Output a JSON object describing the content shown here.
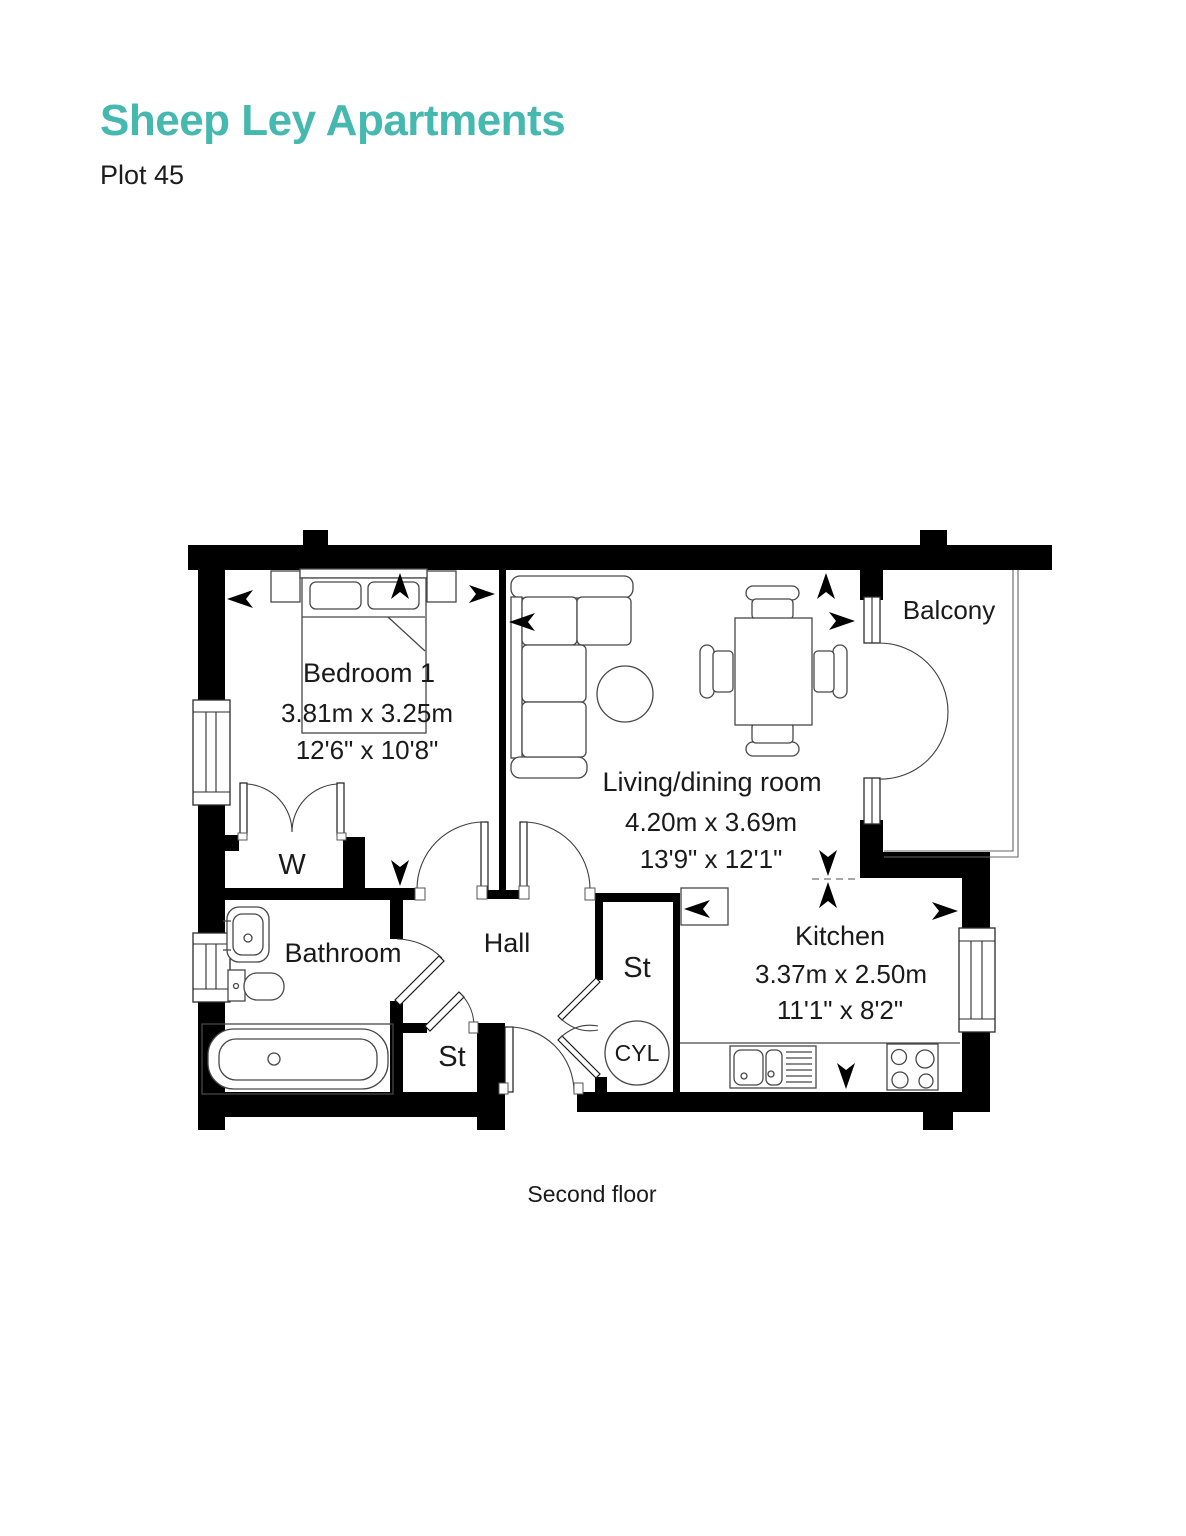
{
  "header": {
    "title": "Sheep Ley Apartments",
    "plot": "Plot 45"
  },
  "floor_label": "Second floor",
  "colors": {
    "accent": "#45b8b0",
    "walls": "#000000",
    "text": "#1a1a1a"
  },
  "rooms": {
    "bedroom1": {
      "name": "Bedroom 1",
      "metric": "3.81m x 3.25m",
      "imperial": "12'6\" x 10'8\""
    },
    "living": {
      "name": "Living/dining room",
      "metric": "4.20m x 3.69m",
      "imperial": "13'9\" x 12'1\""
    },
    "kitchen": {
      "name": "Kitchen",
      "metric": "3.37m x 2.50m",
      "imperial": "11'1\" x 8'2\""
    },
    "bathroom": {
      "name": "Bathroom"
    },
    "hall": {
      "name": "Hall"
    },
    "balcony": {
      "name": "Balcony"
    },
    "wardrobe": {
      "abbr": "W"
    },
    "store_hall": {
      "abbr": "St"
    },
    "store_entry": {
      "abbr": "St"
    },
    "cylinder": {
      "abbr": "CYL"
    }
  }
}
